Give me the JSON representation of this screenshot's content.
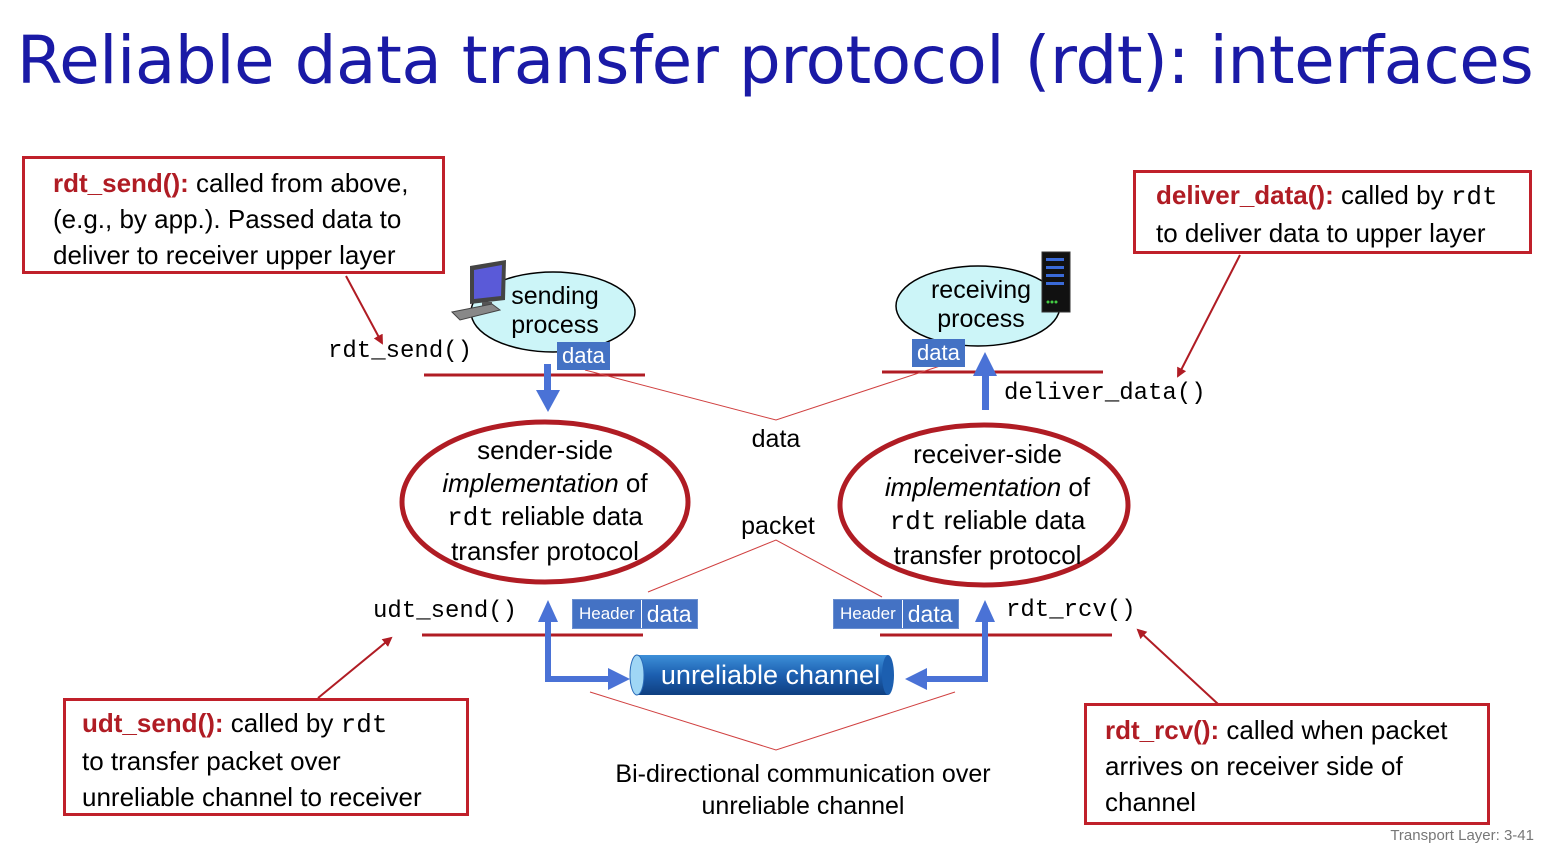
{
  "title": "Reliable data transfer protocol (rdt): interfaces",
  "callouts": {
    "rdt_send": {
      "fn": "rdt_send():",
      "lines": [
        " called from above,",
        "(e.g., by app.). Passed data to",
        "deliver to receiver upper layer"
      ]
    },
    "deliver_data": {
      "fn": "deliver_data():",
      "line1_text": " called by ",
      "line1_code": "rdt",
      "line2": "to deliver data to upper layer"
    },
    "udt_send": {
      "fn": "udt_send():",
      "line1_text": " called by ",
      "line1_code": "rdt",
      "line2": "to transfer packet over",
      "line3": "unreliable channel to receiver"
    },
    "rdt_rcv": {
      "fn": "rdt_rcv():",
      "line1_text": " called when packet",
      "line2": "arrives on receiver side of",
      "line3": "channel"
    }
  },
  "function_labels": {
    "rdt_send": "rdt_send()",
    "deliver_data": "deliver_data()",
    "udt_send": "udt_send()",
    "rdt_rcv": "rdt_rcv()"
  },
  "processes": {
    "sending": [
      "sending",
      "process"
    ],
    "receiving": [
      "receiving",
      "process"
    ]
  },
  "implementations": {
    "sender": {
      "line1": "sender-side",
      "italic": "implementation",
      "of": " of",
      "code": "rdt",
      "line3_rest": " reliable data",
      "line4": "transfer protocol"
    },
    "receiver": {
      "line1": "receiver-side",
      "italic": "implementation",
      "of": " of",
      "code": "rdt",
      "line3_rest": "  reliable data",
      "line4": "transfer protocol"
    }
  },
  "boxes": {
    "data": "data",
    "header": "Header"
  },
  "labels": {
    "data": "data",
    "packet": "packet",
    "channel": "unreliable channel",
    "bidirectional": [
      "Bi-directional communication over",
      "unreliable channel"
    ]
  },
  "footer": "Transport Layer: 3-41",
  "colors": {
    "title": "#1a1aa6",
    "callout_border": "#c0202a",
    "function_name": "#b01c24",
    "data_box": "#4472c4",
    "arrow_blue": "#4a72d6",
    "process_fill": "#ccf5f8"
  }
}
